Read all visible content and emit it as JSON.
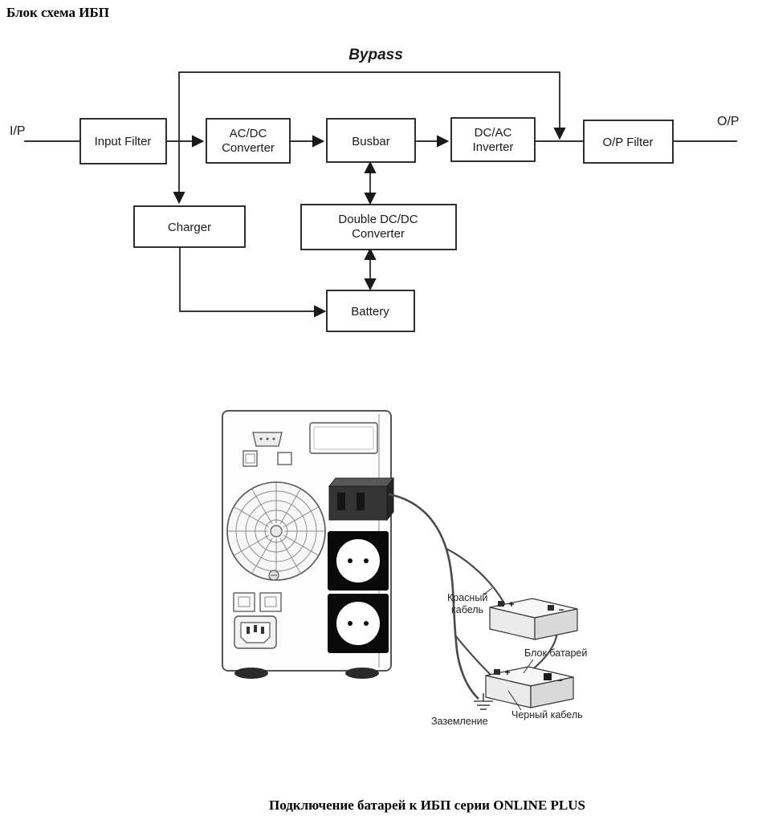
{
  "doc": {
    "title": "Блок схема ИБП",
    "caption": "Подключение батарей к ИБП серии ONLINE PLUS"
  },
  "diagram": {
    "bypass_label": "Bypass",
    "io": {
      "input": "I/P",
      "output": "O/P"
    },
    "blocks": {
      "input_filter": "Input Filter",
      "acdc_converter": [
        "AC/DC",
        "Converter"
      ],
      "busbar": "Busbar",
      "dcac_inverter": [
        "DC/AC",
        "Inverter"
      ],
      "op_filter": "O/P Filter",
      "charger": "Charger",
      "double_dcdc": [
        "Double DC/DC",
        "Converter"
      ],
      "battery": "Battery"
    }
  },
  "illustration": {
    "labels": {
      "red_cable": [
        "Красный",
        "кабель"
      ],
      "battery_pack": "Блок батарей",
      "black_cable": "Черный кабель",
      "ground": "Заземление"
    },
    "battery_marks": {
      "plus": "+",
      "minus": "−"
    }
  },
  "colors": {
    "wire": "#1a1a1a",
    "panel_dark": "#0a0a0a",
    "drawing_line": "#4a4a4a"
  }
}
